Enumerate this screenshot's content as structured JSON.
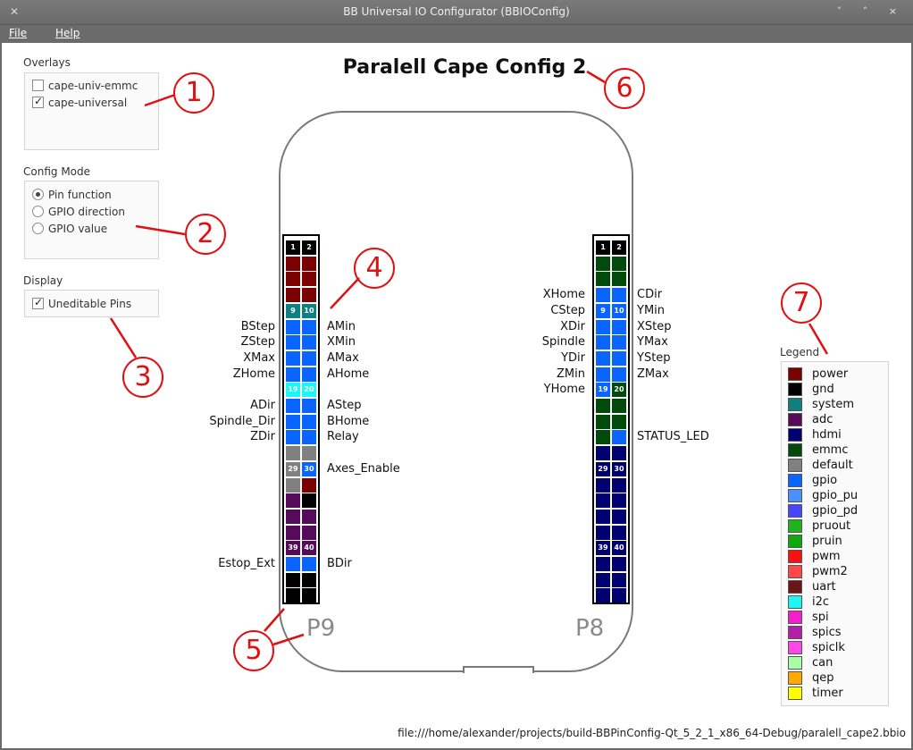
{
  "window": {
    "title": "BB Universal IO Configurator (BBIOConfig)",
    "controls": "˅ ˄ ×"
  },
  "menu": {
    "file": "File",
    "help": "Help"
  },
  "overlays": {
    "label": "Overlays",
    "items": [
      {
        "label": "cape-univ-emmc",
        "checked": false
      },
      {
        "label": "cape-universal",
        "checked": true
      }
    ]
  },
  "config_mode": {
    "label": "Config Mode",
    "options": [
      {
        "label": "Pin function",
        "selected": true
      },
      {
        "label": "GPIO direction",
        "selected": false
      },
      {
        "label": "GPIO value",
        "selected": false
      }
    ]
  },
  "display": {
    "label": "Display",
    "items": [
      {
        "label": "Uneditable Pins",
        "checked": true
      }
    ]
  },
  "cape_title": "Paralell Cape Config 2",
  "annotations": [
    "1",
    "2",
    "3",
    "4",
    "5",
    "6",
    "7"
  ],
  "colors": {
    "power": "#7b0000",
    "gnd": "#000000",
    "system": "#0f7f7f",
    "adc": "#560a5a",
    "hdmi": "#000070",
    "emmc": "#004b0b",
    "default": "#808080",
    "gpio": "#0a64ff",
    "gpio_pu": "#4c8fff",
    "gpio_pd": "#4646ff",
    "pruout": "#1eb41e",
    "pruin": "#0caa0c",
    "pwm": "#ff1010",
    "pwm2": "#ff4848",
    "uart": "#6b1616",
    "i2c": "#1ef5f5",
    "spi": "#f51ecd",
    "spics": "#b41ea8",
    "spiclk": "#ff46e8",
    "can": "#a8ffa8",
    "qep": "#ffaa00",
    "timer": "#ffff00",
    "accent": "#e01010"
  },
  "headers": {
    "p9": {
      "name": "P9",
      "rows": [
        [
          "gnd",
          "gnd"
        ],
        [
          "power",
          "power"
        ],
        [
          "power",
          "power"
        ],
        [
          "power",
          "power"
        ],
        [
          "system",
          "system"
        ],
        [
          "gpio",
          "gpio"
        ],
        [
          "gpio",
          "gpio"
        ],
        [
          "gpio",
          "gpio"
        ],
        [
          "gpio",
          "gpio"
        ],
        [
          "i2c",
          "i2c"
        ],
        [
          "gpio",
          "gpio"
        ],
        [
          "gpio",
          "gpio"
        ],
        [
          "gpio",
          "gpio"
        ],
        [
          "default",
          "default"
        ],
        [
          "default",
          "gpio"
        ],
        [
          "default",
          "power"
        ],
        [
          "adc",
          "gnd"
        ],
        [
          "adc",
          "adc"
        ],
        [
          "adc",
          "adc"
        ],
        [
          "adc",
          "adc"
        ],
        [
          "gpio",
          "gpio"
        ],
        [
          "gnd",
          "gnd"
        ],
        [
          "gnd",
          "gnd"
        ]
      ],
      "left_labels": [
        "",
        "",
        "",
        "",
        "",
        "BStep",
        "ZStep",
        "XMax",
        "ZHome",
        "",
        "ADir",
        "Spindle_Dir",
        "ZDir",
        "",
        "",
        "",
        "",
        "",
        "",
        "",
        "Estop_Ext",
        "",
        ""
      ],
      "right_labels": [
        "",
        "",
        "",
        "",
        "",
        "AMin",
        "XMin",
        "AMax",
        "AHome",
        "",
        "AStep",
        "BHome",
        "Relay",
        "",
        "Axes_Enable",
        "",
        "",
        "",
        "",
        "",
        "BDir",
        "",
        ""
      ]
    },
    "p8": {
      "name": "P8",
      "rows": [
        [
          "gnd",
          "gnd"
        ],
        [
          "emmc",
          "emmc"
        ],
        [
          "emmc",
          "emmc"
        ],
        [
          "gpio",
          "gpio"
        ],
        [
          "gpio",
          "gpio"
        ],
        [
          "gpio",
          "gpio"
        ],
        [
          "gpio",
          "gpio"
        ],
        [
          "gpio",
          "gpio"
        ],
        [
          "gpio",
          "gpio"
        ],
        [
          "gpio",
          "emmc"
        ],
        [
          "emmc",
          "emmc"
        ],
        [
          "emmc",
          "emmc"
        ],
        [
          "emmc",
          "gpio"
        ],
        [
          "hdmi",
          "hdmi"
        ],
        [
          "hdmi",
          "hdmi"
        ],
        [
          "hdmi",
          "hdmi"
        ],
        [
          "hdmi",
          "hdmi"
        ],
        [
          "hdmi",
          "hdmi"
        ],
        [
          "hdmi",
          "hdmi"
        ],
        [
          "hdmi",
          "hdmi"
        ],
        [
          "hdmi",
          "hdmi"
        ],
        [
          "hdmi",
          "hdmi"
        ],
        [
          "hdmi",
          "hdmi"
        ]
      ],
      "left_labels": [
        "",
        "",
        "",
        "XHome",
        "CStep",
        "XDir",
        "Spindle",
        "YDir",
        "ZMin",
        "YHome",
        "",
        "",
        "",
        "",
        "",
        "",
        "",
        "",
        "",
        "",
        "",
        "",
        ""
      ],
      "right_labels": [
        "",
        "",
        "",
        "CDir",
        "YMin",
        "XStep",
        "YMax",
        "YStep",
        "ZMax",
        "",
        "",
        "",
        "STATUS_LED",
        "",
        "",
        "",
        "",
        "",
        "",
        "",
        "",
        "",
        ""
      ]
    }
  },
  "legend": {
    "label": "Legend",
    "items": [
      "power",
      "gnd",
      "system",
      "adc",
      "hdmi",
      "emmc",
      "default",
      "gpio",
      "gpio_pu",
      "gpio_pd",
      "pruout",
      "pruin",
      "pwm",
      "pwm2",
      "uart",
      "i2c",
      "spi",
      "spics",
      "spiclk",
      "can",
      "qep",
      "timer"
    ]
  },
  "status_path": "file:///home/alexander/projects/build-BBPinConfig-Qt_5_2_1_x86_64-Debug/paralell_cape2.bbio"
}
